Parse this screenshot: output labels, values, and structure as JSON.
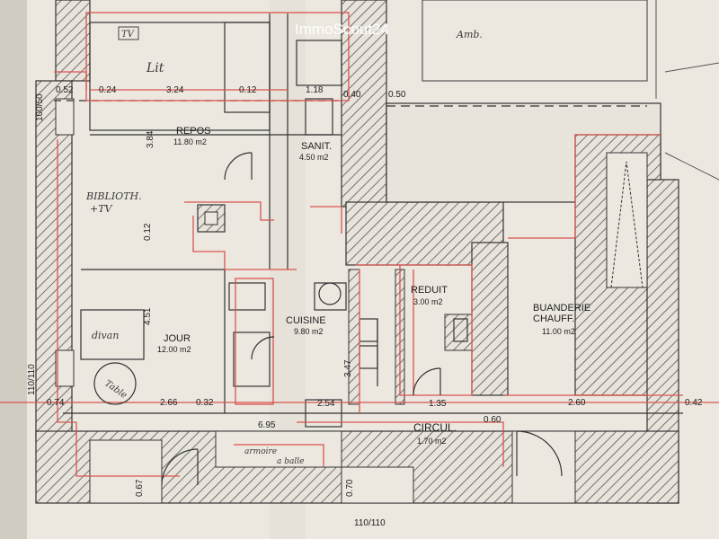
{
  "watermark": {
    "brand": "ImmoScout24"
  },
  "rooms": {
    "repos": {
      "name": "REPOS",
      "area": "11.80 m2"
    },
    "sanit": {
      "name": "SANIT.",
      "area": "4.50 m2"
    },
    "jour": {
      "name": "JOUR",
      "area": "12.00 m2"
    },
    "cuisine": {
      "name": "CUISINE",
      "area": "9.80 m2"
    },
    "reduit": {
      "name": "REDUIT",
      "area": "3.00 m2"
    },
    "buanderie": {
      "name_line1": "BUANDERIE",
      "name_line2": "CHAUFF.",
      "area": "11.00 m2"
    },
    "circul": {
      "name": "CIRCUL.",
      "area": "1.70 m2"
    }
  },
  "dimensions": {
    "top_row": [
      "0.52",
      "0.24",
      "3.24",
      "0.12",
      "1.18",
      "0.40",
      "0.50"
    ],
    "left_top": "100/50",
    "repos_height": "3.84",
    "partition": "0.12",
    "jour_height": "4.51",
    "cuisine_height": "3.47",
    "left_bottom": "110/110",
    "bottom_row": [
      "0.74",
      "2.66",
      "0.32",
      "2.54",
      "1.35",
      "0.60",
      "2.60",
      "0.42"
    ],
    "total": "6.95",
    "bottom_left": "0.67",
    "bottom_mid": "0.70",
    "bottom_label": "110/110"
  },
  "handwriting": {
    "tv": "TV",
    "lit": "Lit",
    "bibliotheque": "BIBLIOTH.",
    "tv2": "+TV",
    "divan": "divan",
    "table": "Table",
    "top_scribble": "Amb.",
    "bottom_note_1": "armoire",
    "bottom_note_2": "a balle"
  },
  "colors": {
    "paper": "#ece8e0",
    "wall": "#4a4a4a",
    "red_line": "#d9534f",
    "hatch": "#555555"
  }
}
